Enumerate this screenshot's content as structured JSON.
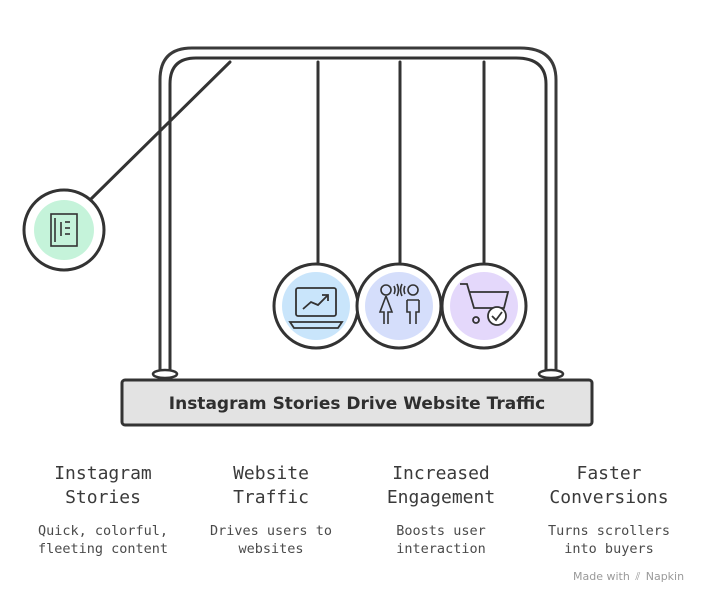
{
  "diagram": {
    "base_title": "Instagram Stories Drive Website Traffic",
    "balls": [
      {
        "icon": "book-icon",
        "color": "#bff2d6"
      },
      {
        "icon": "laptop-chart-icon",
        "color": "#c6e4fb"
      },
      {
        "icon": "people-talking-icon",
        "color": "#d3dcfb"
      },
      {
        "icon": "shopping-cart-check-icon",
        "color": "#e3d6fb"
      }
    ]
  },
  "captions": [
    {
      "title": "Instagram Stories",
      "desc": "Quick, colorful, fleeting content"
    },
    {
      "title": "Website Traffic",
      "desc": "Drives users to websites"
    },
    {
      "title": "Increased Engagement",
      "desc": "Boosts user interaction"
    },
    {
      "title": "Faster Conversions",
      "desc": "Turns scrollers into buyers"
    }
  ],
  "footer": {
    "credit_prefix": "Made with",
    "credit_brand": "Napkin"
  }
}
